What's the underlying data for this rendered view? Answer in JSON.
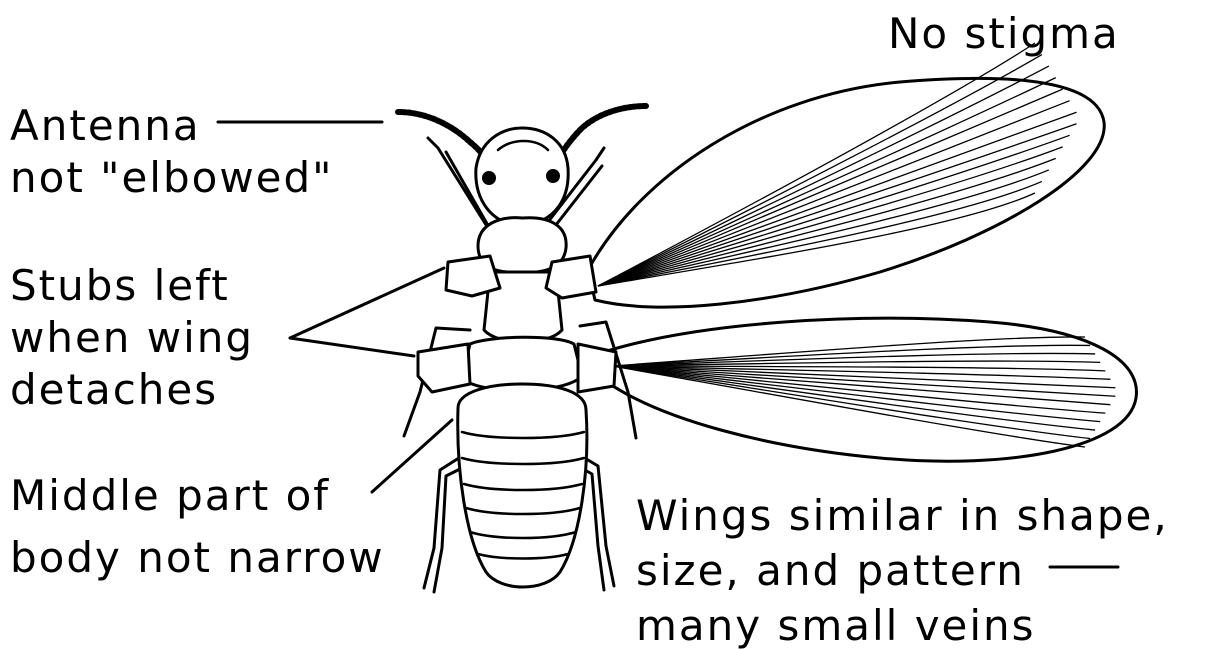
{
  "labels": {
    "no_stigma": "No stigma",
    "antenna_line1": "Antenna",
    "antenna_line2": "not \"elbowed\"",
    "stubs_line1": "Stubs left",
    "stubs_line2": "when wing",
    "stubs_line3": "detaches",
    "middle_line1": "Middle part of",
    "middle_line2": "body not narrow",
    "wings_line1": "Wings similar in shape,",
    "wings_line2": "size, and pattern",
    "wings_line3": "many small veins"
  },
  "colors": {
    "ink": "#000000",
    "background": "#ffffff"
  }
}
